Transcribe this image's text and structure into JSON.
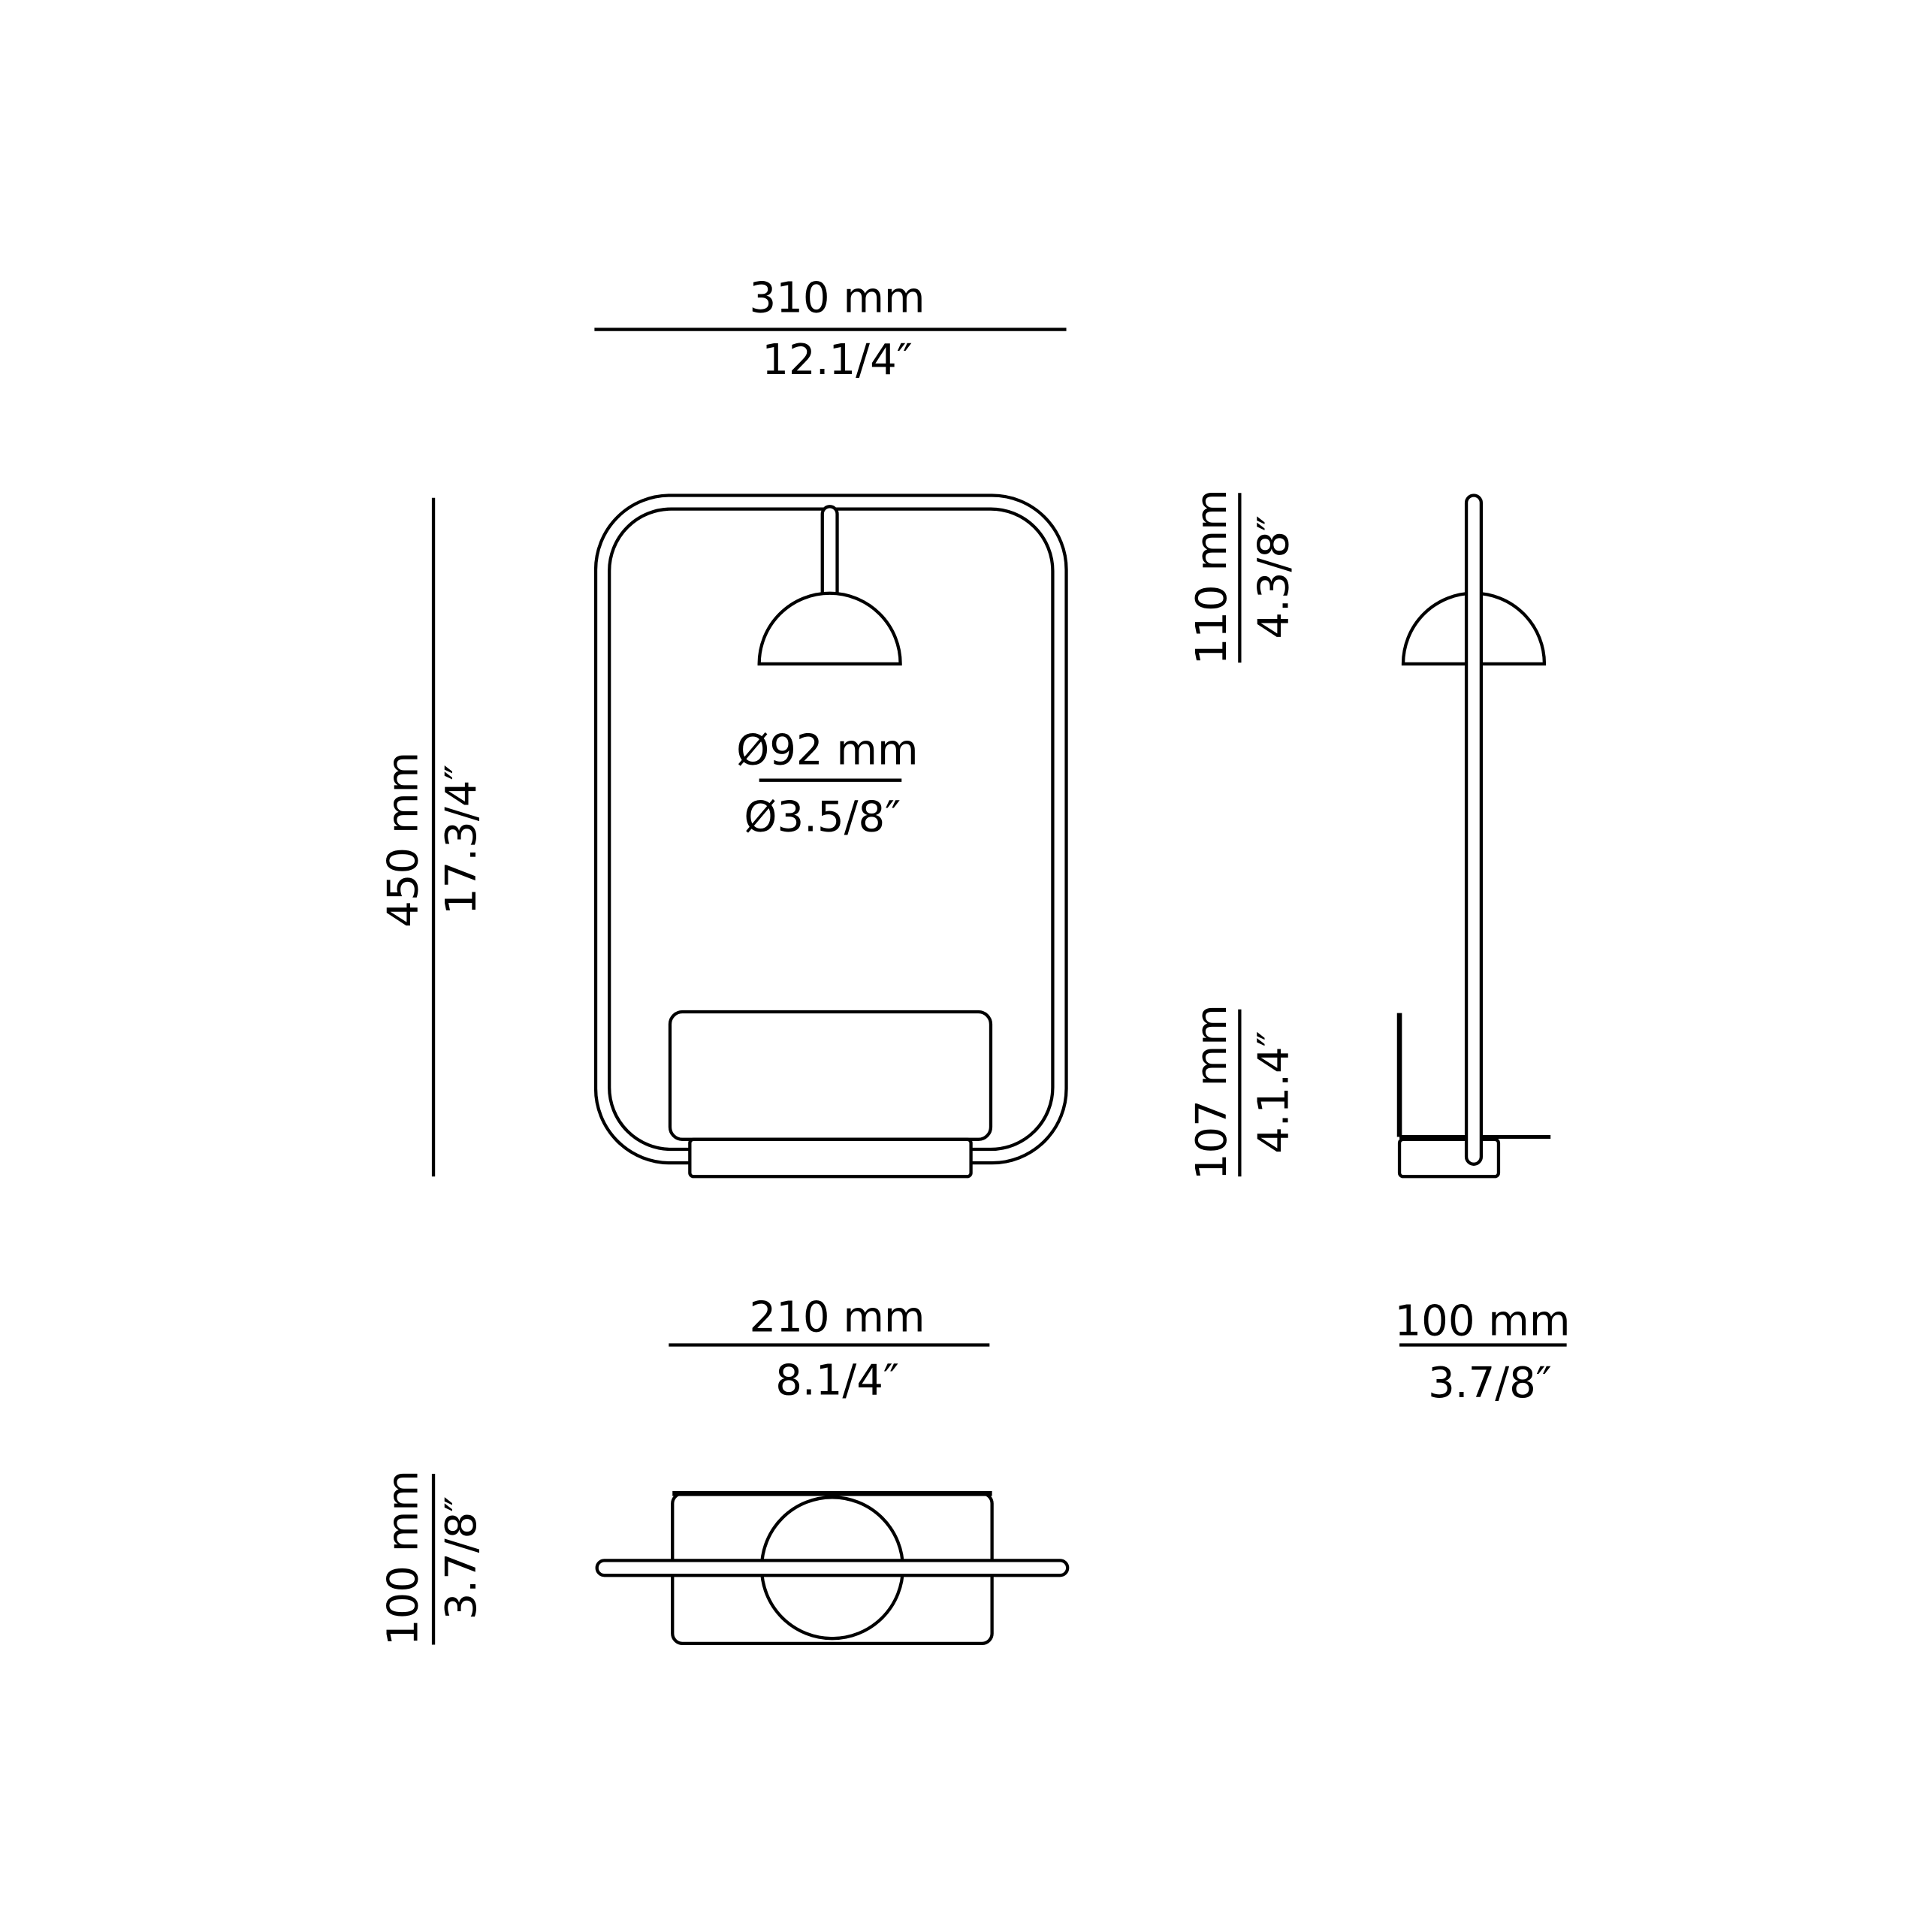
{
  "dimensions": {
    "overall_width": {
      "metric": "310 mm",
      "imperial": "12.1/4″"
    },
    "overall_height": {
      "metric": "450 mm",
      "imperial": "17.3/4″"
    },
    "shade_diameter": {
      "metric": "Ø92 mm",
      "imperial": "Ø3.5/8″"
    },
    "shade_height": {
      "metric": "110 mm",
      "imperial": "4.3/8″"
    },
    "base_height": {
      "metric": "107 mm",
      "imperial": "4.1.4″"
    },
    "base_width": {
      "metric": "210 mm",
      "imperial": "8.1/4″"
    },
    "side_depth": {
      "metric": "100 mm",
      "imperial": "3.7/8″"
    },
    "plan_depth": {
      "metric": "100 mm",
      "imperial": "3.7/8″"
    }
  },
  "colors": {
    "line": "#000000",
    "background": "#ffffff"
  }
}
